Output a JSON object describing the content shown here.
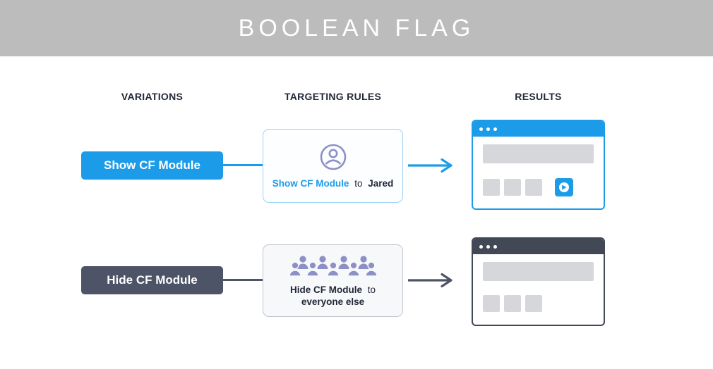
{
  "banner": {
    "title": "BOOLEAN FLAG"
  },
  "columns": {
    "variations": "VARIATIONS",
    "targeting": "TARGETING RULES",
    "results": "RESULTS"
  },
  "rows": [
    {
      "variation_label": "Show CF Module",
      "rule": {
        "flag": "Show CF Module",
        "connector": "to",
        "target": "Jared"
      },
      "icon": "user-in-circle-icon",
      "result": "browser with module tile shown"
    },
    {
      "variation_label": "Hide CF Module",
      "rule": {
        "flag": "Hide CF Module",
        "connector": "to",
        "target": "everyone else"
      },
      "icon": "crowd-icon",
      "result": "browser with module tile hidden"
    }
  ],
  "colors": {
    "banner_gray": "#bcbcbc",
    "blue": "#1c9ce8",
    "dark_slate": "#4e5468",
    "purple": "#8d90c7",
    "placeholder_gray": "#d5d7db",
    "text_dark": "#222838",
    "browser2_chrome": "#434857"
  }
}
